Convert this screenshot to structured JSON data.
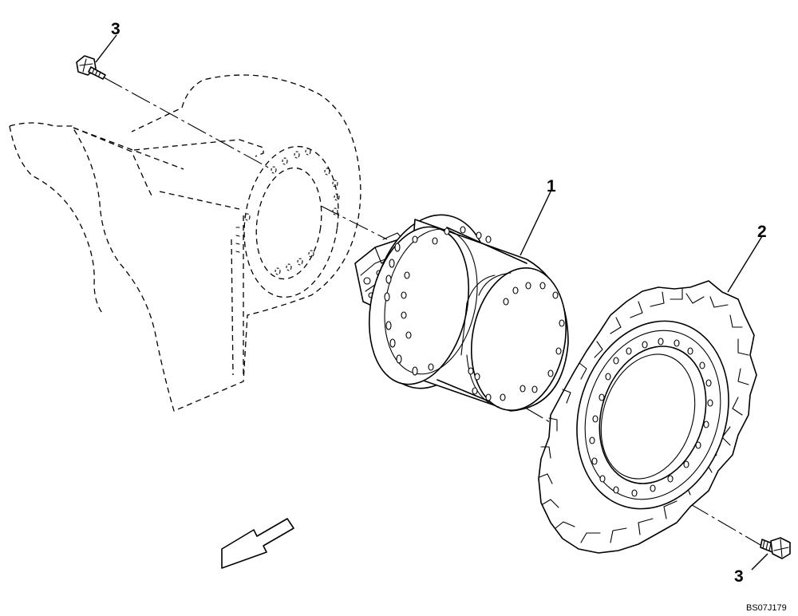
{
  "callouts": {
    "travel_motor": "1",
    "sprocket": "2",
    "bolt_top": "3",
    "bolt_bottom": "3"
  },
  "figure_code": "BS07J179"
}
